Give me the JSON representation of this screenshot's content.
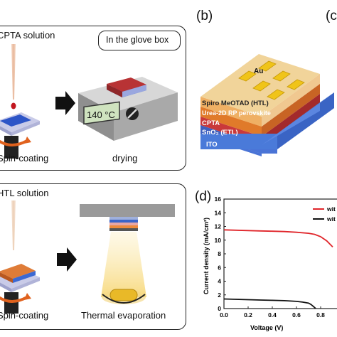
{
  "panel_a": {
    "top_solution_label": "CPTA solution",
    "glove_box_label": "In the glove box",
    "hotplate_temp": "140 °C",
    "spin_label_top": "Spin-coating",
    "drying_label": "drying",
    "htl_solution_label": "HTL solution",
    "spin_label_bottom": "Spin-coating",
    "thermal_label": "Thermal evaporation"
  },
  "panel_b": {
    "letter": "(b)",
    "layers": [
      "Spiro MeOTAD (HTL)",
      "Urea-2D RP perovskite",
      "CPTA",
      "SnO₂ (ETL)",
      "ITO"
    ],
    "electrode_label": "Au"
  },
  "panel_c": {
    "letter": "(c"
  },
  "panel_d": {
    "letter": "(d)",
    "chart_data": {
      "type": "line",
      "xlabel": "Voltage (V)",
      "ylabel": "Current density (mA/cm²)",
      "xlim": [
        0,
        1.0
      ],
      "ylim": [
        0,
        16
      ],
      "x_ticks": [
        "0.0",
        "0.2",
        "0.4",
        "0.6",
        "0.8"
      ],
      "y_ticks": [
        "0",
        "2",
        "4",
        "6",
        "8",
        "10",
        "12",
        "14",
        "16"
      ],
      "legend": [
        "wit",
        "wit"
      ],
      "series": [
        {
          "name": "wit",
          "color": "#e0252a",
          "x": [
            0.0,
            0.1,
            0.2,
            0.3,
            0.4,
            0.5,
            0.6,
            0.7,
            0.75,
            0.8,
            0.85,
            0.9
          ],
          "y": [
            11.5,
            11.45,
            11.4,
            11.35,
            11.3,
            11.25,
            11.15,
            11.0,
            10.85,
            10.5,
            9.9,
            9.0
          ]
        },
        {
          "name": "wit",
          "color": "#111111",
          "x": [
            0.0,
            0.1,
            0.2,
            0.3,
            0.4,
            0.5,
            0.6,
            0.65,
            0.7,
            0.72,
            0.74,
            0.76
          ],
          "y": [
            1.4,
            1.35,
            1.3,
            1.25,
            1.2,
            1.15,
            1.05,
            0.95,
            0.8,
            0.6,
            0.3,
            0.0
          ]
        }
      ]
    }
  }
}
